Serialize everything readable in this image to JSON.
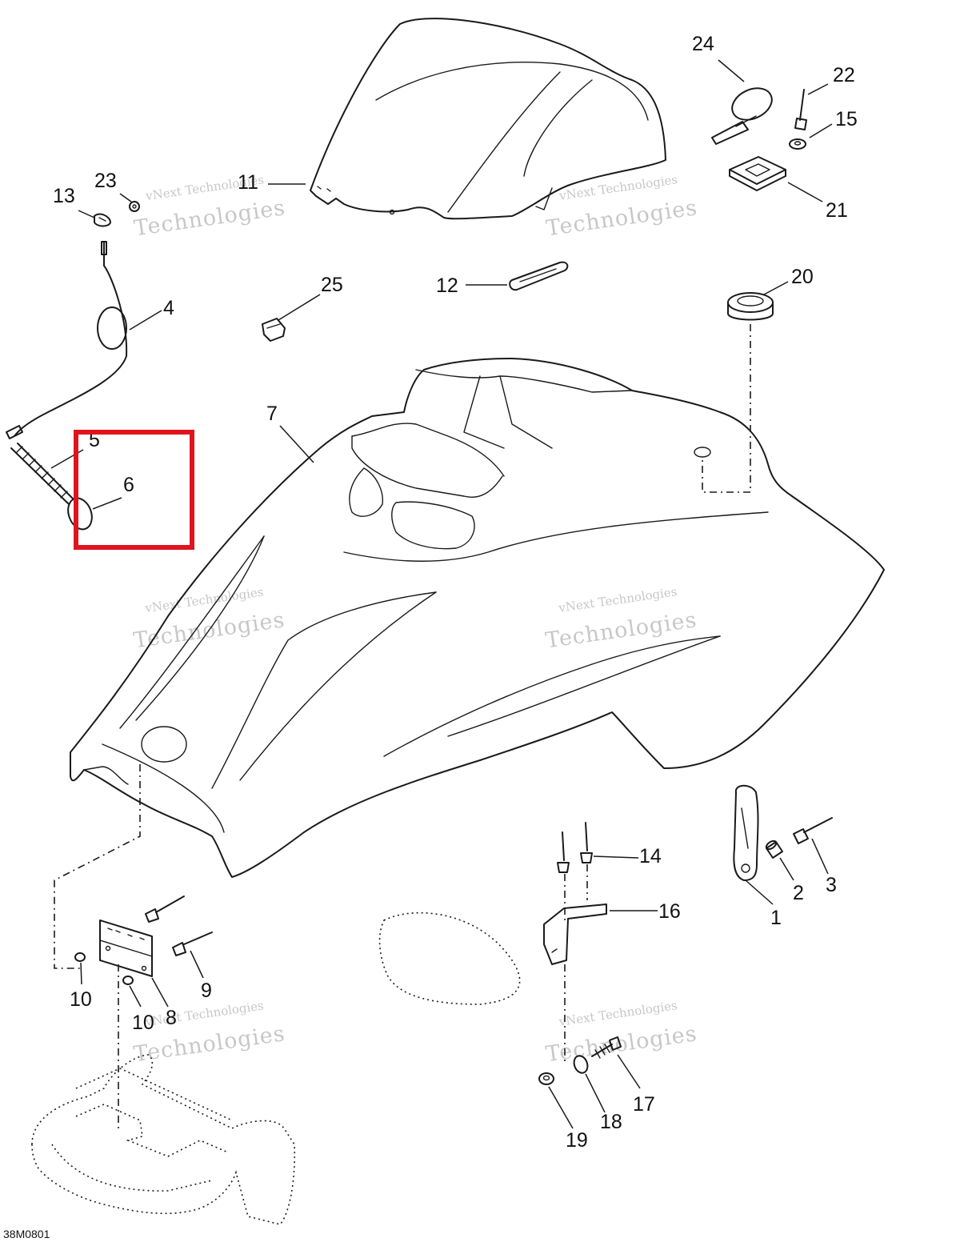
{
  "diagram": {
    "reference_code": "38M0801",
    "watermark_line1": "vNext Technologies",
    "watermark_line2": "Technologies",
    "highlight_color": "#e0141e",
    "callouts": [
      "1",
      "2",
      "3",
      "4",
      "5",
      "6",
      "7",
      "8",
      "9",
      "10",
      "10",
      "11",
      "12",
      "13",
      "14",
      "15",
      "16",
      "17",
      "18",
      "19",
      "20",
      "21",
      "22",
      "23",
      "24",
      "25"
    ]
  }
}
